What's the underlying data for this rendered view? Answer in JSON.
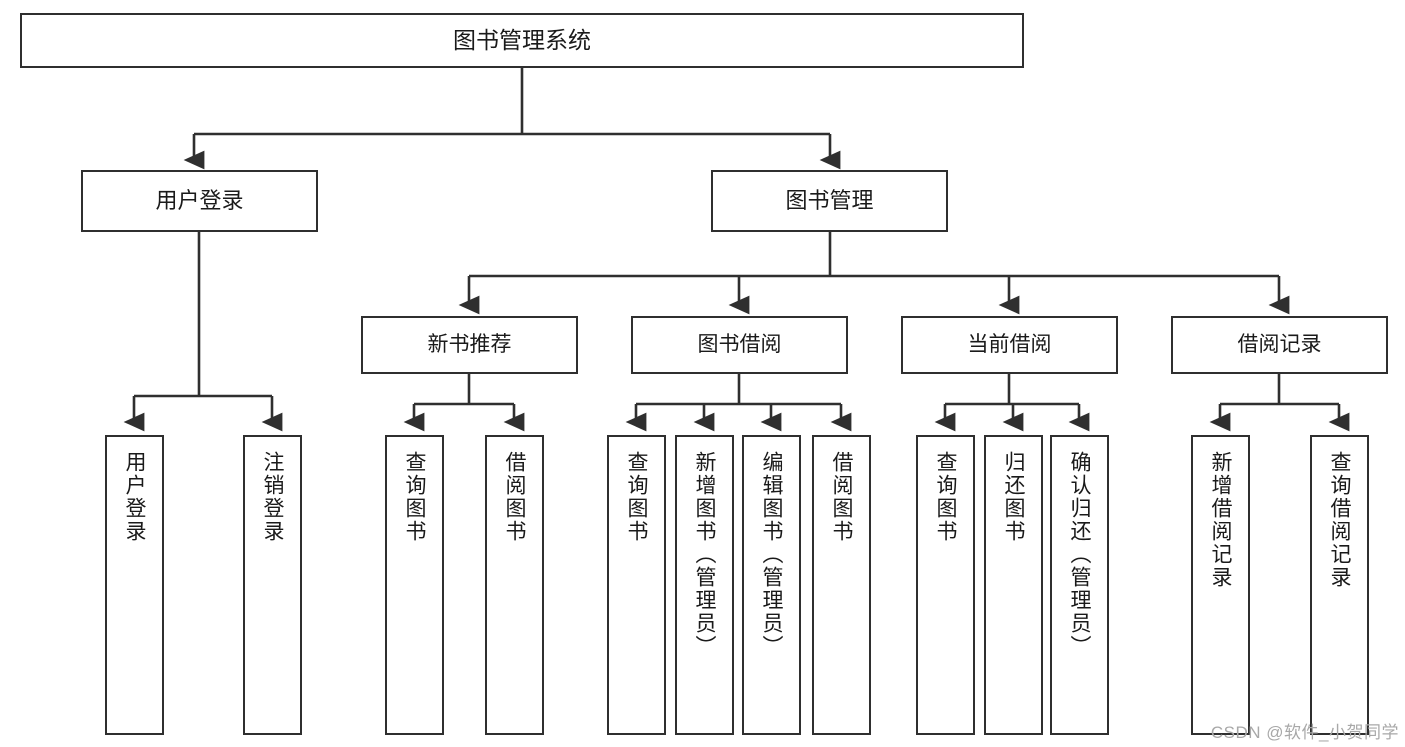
{
  "diagram": {
    "title": "图书管理系统",
    "type": "tree-structure-chart",
    "watermark": "CSDN @软件_小贺同学",
    "colors": {
      "box_border": "#2f2f2f",
      "box_fill": "#ffffff",
      "connector": "#2f2f2f",
      "text": "#1a1a1a",
      "watermark": "#a8a8a8"
    },
    "root": {
      "label": "图书管理系统"
    },
    "level2": [
      {
        "label": "用户登录"
      },
      {
        "label": "图书管理"
      }
    ],
    "level3": [
      {
        "label": "新书推荐"
      },
      {
        "label": "图书借阅"
      },
      {
        "label": "当前借阅"
      },
      {
        "label": "借阅记录"
      }
    ],
    "leaves": {
      "user_login": [
        {
          "label": "用户登录"
        },
        {
          "label": "注销登录"
        }
      ],
      "new_book_recommend": [
        {
          "label": "查询图书"
        },
        {
          "label": "借阅图书"
        }
      ],
      "book_borrow": [
        {
          "label": "查询图书"
        },
        {
          "label": "新增图书（管理员）"
        },
        {
          "label": "编辑图书（管理员）"
        },
        {
          "label": "借阅图书"
        }
      ],
      "current_borrow": [
        {
          "label": "查询图书"
        },
        {
          "label": "归还图书"
        },
        {
          "label": "确认归还（管理员）"
        }
      ],
      "borrow_record": [
        {
          "label": "新增借阅记录"
        },
        {
          "label": "查询借阅记录"
        }
      ]
    }
  }
}
